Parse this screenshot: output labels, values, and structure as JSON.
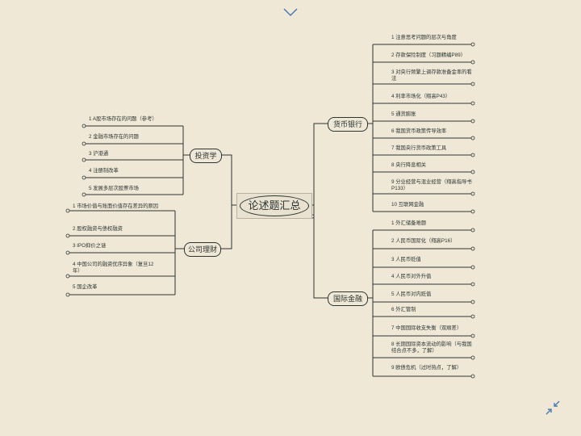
{
  "root": {
    "title": "论述题汇总"
  },
  "branches": {
    "money": {
      "title": "货币银行",
      "items": [
        "1 注意思考问题的层次与角度",
        "2 存款保险制度（习题精编P89）",
        "3 对央行频繁上调存款准备金率的看法",
        "4 利率市场化（翔高P43）",
        "5 通货膨胀",
        "6 我国货币政策传导效率",
        "7 我国央行货币政策工具",
        "8 央行降息相关",
        "9 分业经营与混业经营（翔高指导书P133）",
        "10 互联网金融"
      ]
    },
    "intl": {
      "title": "国际金融",
      "items": [
        "1 外汇储备难题",
        "2 人民币国际化（翔高P16）",
        "3 人民币贬值",
        "4 人民币对外升值",
        "5 人民币对内贬值",
        "6 外汇管制",
        "7 中国国际收支失衡（双顺差）",
        "8 长期国际资本流动的影响（与我国结合点不多，了解）",
        "9 欧债危机（过时热点，了解）"
      ]
    },
    "invest": {
      "title": "投资学",
      "items": [
        "1 A股市场存在的问题（参考）",
        "2 金融市场存在的问题",
        "3 沪港通",
        "4 注册制改革",
        "5 发展多层次股票市场"
      ]
    },
    "corp": {
      "title": "公司理财",
      "items": [
        "1 市场价值与账面价值存在差异的原因",
        "2 股权融资与债权融资",
        "3 IPO抑价之谜",
        "4 中国公司的融资优序异象（复旦12年）",
        "5 国企改革"
      ]
    }
  },
  "icons": {
    "top": "chevron-down-icon",
    "corner": "collapse-arrows-icon"
  },
  "colors": {
    "background": "#efe8d6",
    "line": "#2c3533",
    "selection": "#b9b2a1"
  }
}
